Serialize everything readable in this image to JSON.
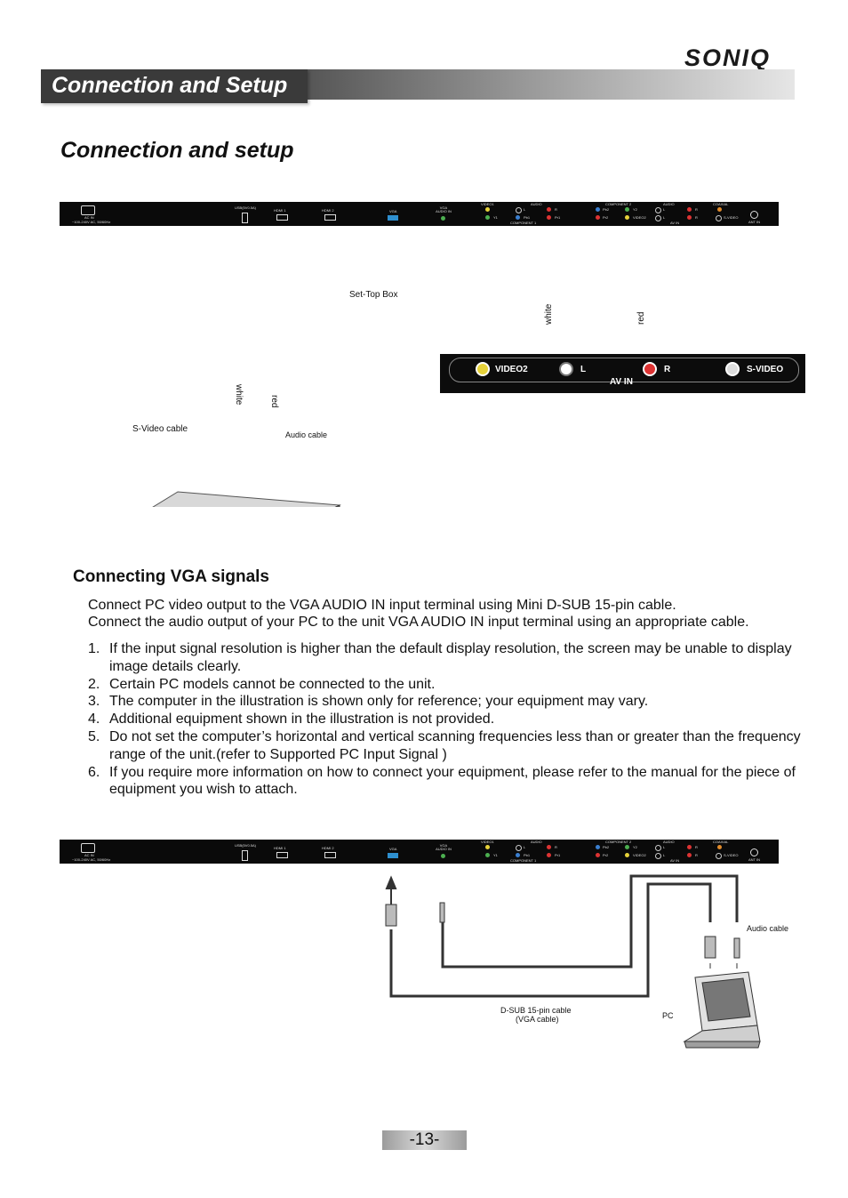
{
  "brand": "SONIQ",
  "header": {
    "title": "Connection and Setup"
  },
  "section_title": "Connection and setup",
  "panel": {
    "ac_in": "AC IN",
    "ac_rating": "~100-240V AC, 50/60Hz",
    "usb": "USB(5V0.5A)",
    "hdmi1": "HDMI 1",
    "hdmi2": "HDMI 2",
    "vga": "VGA",
    "vga_audio_in": "VGA AUDIO IN",
    "video1": "VIDEO1",
    "audio": "AUDIO",
    "l": "L",
    "r": "R",
    "y1": "Y1",
    "pb1": "Pb1",
    "pr1": "Pr1",
    "component1": "COMPONENT 1",
    "component2": "COMPONENT 2",
    "pb2": "Pb2",
    "y2": "Y2",
    "pr2": "Pr2",
    "video2": "VIDEO2",
    "coaxial": "COAXIAL",
    "svideo": "S-VIDEO",
    "av_in": "AV IN",
    "ant_in": "ANT IN"
  },
  "diagram1": {
    "settop_label": "Set-Top Box",
    "white_label": "white",
    "red_label": "red",
    "svideo_cable": "S-Video cable",
    "audio_cable": "Audio cable",
    "av_panel": {
      "video2": "VIDEO2",
      "l": "L",
      "r": "R",
      "svideo": "S-VIDEO",
      "av_in": "AV IN"
    }
  },
  "vga_section": {
    "title": "Connecting VGA signals",
    "para1": "Connect PC video output to the VGA AUDIO IN input terminal using Mini D-SUB 15-pin cable.",
    "para2": "Connect the audio output of your PC to the unit VGA AUDIO IN input terminal using an appropriate cable.",
    "items": [
      {
        "num": "1.",
        "text": "If the input signal resolution is higher than the default display resolution, the screen may be unable to display image details clearly."
      },
      {
        "num": "2.",
        "text": "Certain PC models cannot be connected to the unit."
      },
      {
        "num": "3.",
        "text": "The computer in the illustration is shown only for reference; your equipment may vary."
      },
      {
        "num": "4.",
        "text": "Additional equipment shown in the illustration is not provided."
      },
      {
        "num": "5.",
        "text": "Do not set the computer’s horizontal and vertical scanning frequencies less than or greater than the frequency range of the unit.(refer to Supported PC Input Signal )"
      },
      {
        "num": "6.",
        "text": "If you require more information on how to connect your equipment, please refer to the manual for the piece of equipment you wish to attach."
      }
    ]
  },
  "diagram2": {
    "audio_cable": "Audio cable",
    "dsub_cable": "D-SUB 15-pin cable",
    "vga_cable": "(VGA cable)",
    "pc_label": "PC"
  },
  "page_number": "-13-"
}
